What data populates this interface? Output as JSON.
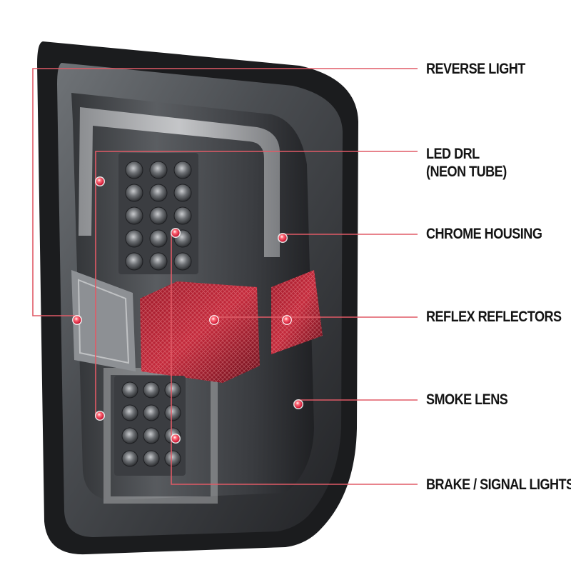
{
  "diagram": {
    "accent_color": "#c8102e",
    "leader_color": "#e05a66",
    "callouts": [
      {
        "id": "reverse-light",
        "lines": [
          "REVERSE LIGHT"
        ]
      },
      {
        "id": "led-drl",
        "lines": [
          "LED DRL",
          "(NEON TUBE)"
        ]
      },
      {
        "id": "chrome-housing",
        "lines": [
          "CHROME HOUSING"
        ]
      },
      {
        "id": "reflex-reflectors",
        "lines": [
          "REFLEX REFLECTORS"
        ]
      },
      {
        "id": "smoke-lens",
        "lines": [
          "SMOKE LENS"
        ]
      },
      {
        "id": "brake-signal-lights",
        "lines": [
          "BRAKE / SIGNAL LIGHTS"
        ]
      }
    ]
  }
}
